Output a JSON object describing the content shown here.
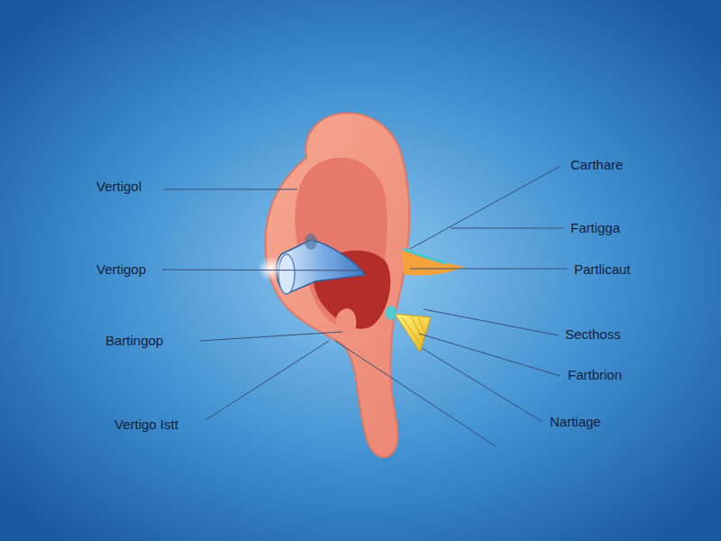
{
  "diagram": {
    "labels": [
      "Vertigol",
      "Carthare",
      "Fartigga",
      "Vertigop",
      "Partlicaut",
      "Secthoss",
      "Bartingop",
      "Fartbrion",
      "Nartiage",
      "Vertigo Istt"
    ]
  }
}
